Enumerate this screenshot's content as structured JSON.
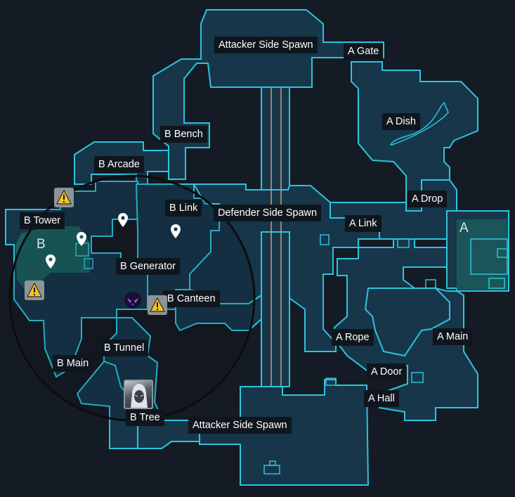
{
  "map": {
    "colors": {
      "background": "#151b25",
      "floor": "#17364a",
      "wall_outline": "#2cc4dc",
      "site_a_fill": "#1c5a5c",
      "site_b_fill": "#1d6462",
      "label_bg": "#10161d",
      "label_text": "#ffffff",
      "range_circle": "#0b0d0f",
      "warning_badge": "#8e9496",
      "warning_triangle": "#f3c424",
      "rope_line": "#d9967c"
    },
    "site_letters": {
      "a": "A",
      "b": "B"
    },
    "callouts": {
      "attacker_spawn_top": "Attacker Side Spawn",
      "a_gate": "A Gate",
      "b_bench": "B Bench",
      "a_dish": "A Dish",
      "b_arcade": "B Arcade",
      "a_drop": "A Drop",
      "b_link": "B Link",
      "defender_spawn": "Defender Side Spawn",
      "b_tower": "B Tower",
      "a_link": "A Link",
      "b_generator": "B Generator",
      "b_canteen": "B Canteen",
      "a_rope": "A Rope",
      "a_main": "A Main",
      "b_tunnel": "B Tunnel",
      "b_main": "B Main",
      "a_door": "A Door",
      "a_hall": "A Hall",
      "b_tree": "B Tree",
      "attacker_spawn_bottom": "Attacker Side Spawn"
    },
    "markers": {
      "location_pin_icon": "map-pin-icon",
      "warning_icon": "warning-triangle-icon",
      "agent_icon": "agent-portrait-icon",
      "ability_icon": "purple-ability-icon",
      "range_indicator": "circle"
    }
  }
}
